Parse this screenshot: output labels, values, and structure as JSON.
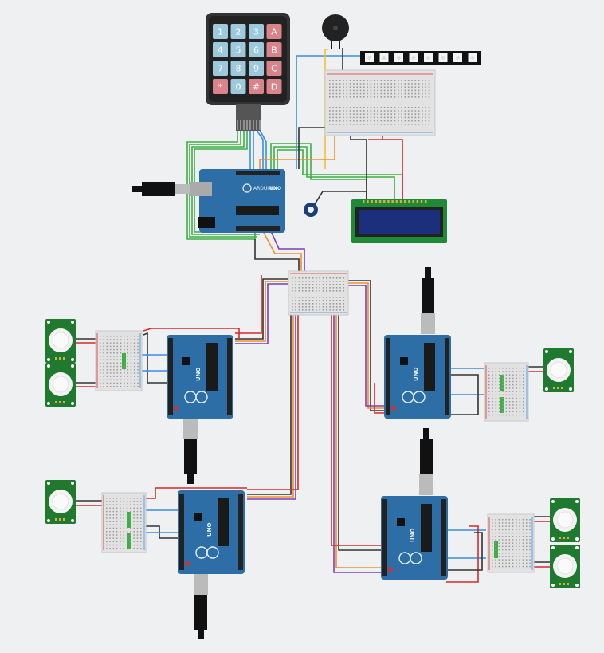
{
  "keypad": {
    "keys": [
      "1",
      "2",
      "3",
      "A",
      "4",
      "5",
      "6",
      "B",
      "7",
      "8",
      "9",
      "C",
      "*",
      "0",
      "#",
      "D"
    ]
  },
  "arduino": {
    "main_labels": [
      "ARDUINO",
      "UNO"
    ],
    "board_badge": "UNO"
  },
  "colors": {
    "board": "#2c6ea5",
    "board_dark": "#1f5583",
    "keypad_num": "#9cc9dc",
    "keypad_letter": "#d9848a",
    "pir_pcb": "#1f7a30",
    "lcd_frame": "#1f8a35",
    "lcd_screen": "#1b2f7d",
    "wire_red": "#d62b2b",
    "wire_black": "#333333",
    "wire_blue": "#3a8ee0",
    "wire_green": "#3cb043",
    "wire_orange": "#f0902a",
    "wire_purple": "#7b3fb8",
    "wire_yellow": "#f1c232",
    "breadboard": "#e2e2e2"
  },
  "icons": [
    "usb-cable-icon",
    "buzzer-icon",
    "potentiometer-icon",
    "pir-sensor-icon",
    "neopixel-strip-icon"
  ]
}
